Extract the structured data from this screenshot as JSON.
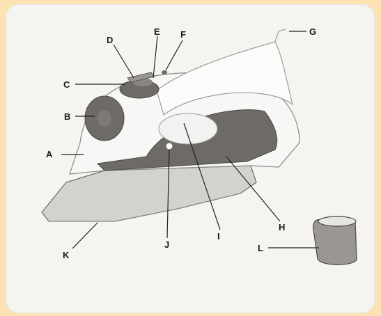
{
  "diagram": {
    "labels": {
      "A": "A",
      "B": "B",
      "C": "C",
      "D": "D",
      "E": "E",
      "F": "F",
      "G": "G",
      "H": "H",
      "I": "I",
      "J": "J",
      "K": "K",
      "L": "L"
    }
  },
  "colors": {
    "background_frame": "#fde3b4",
    "card": "#f5f4f0",
    "dark_panel": "#6e6b66",
    "soleplate": "#d4d2cc",
    "outline": "#4a4a4a"
  }
}
